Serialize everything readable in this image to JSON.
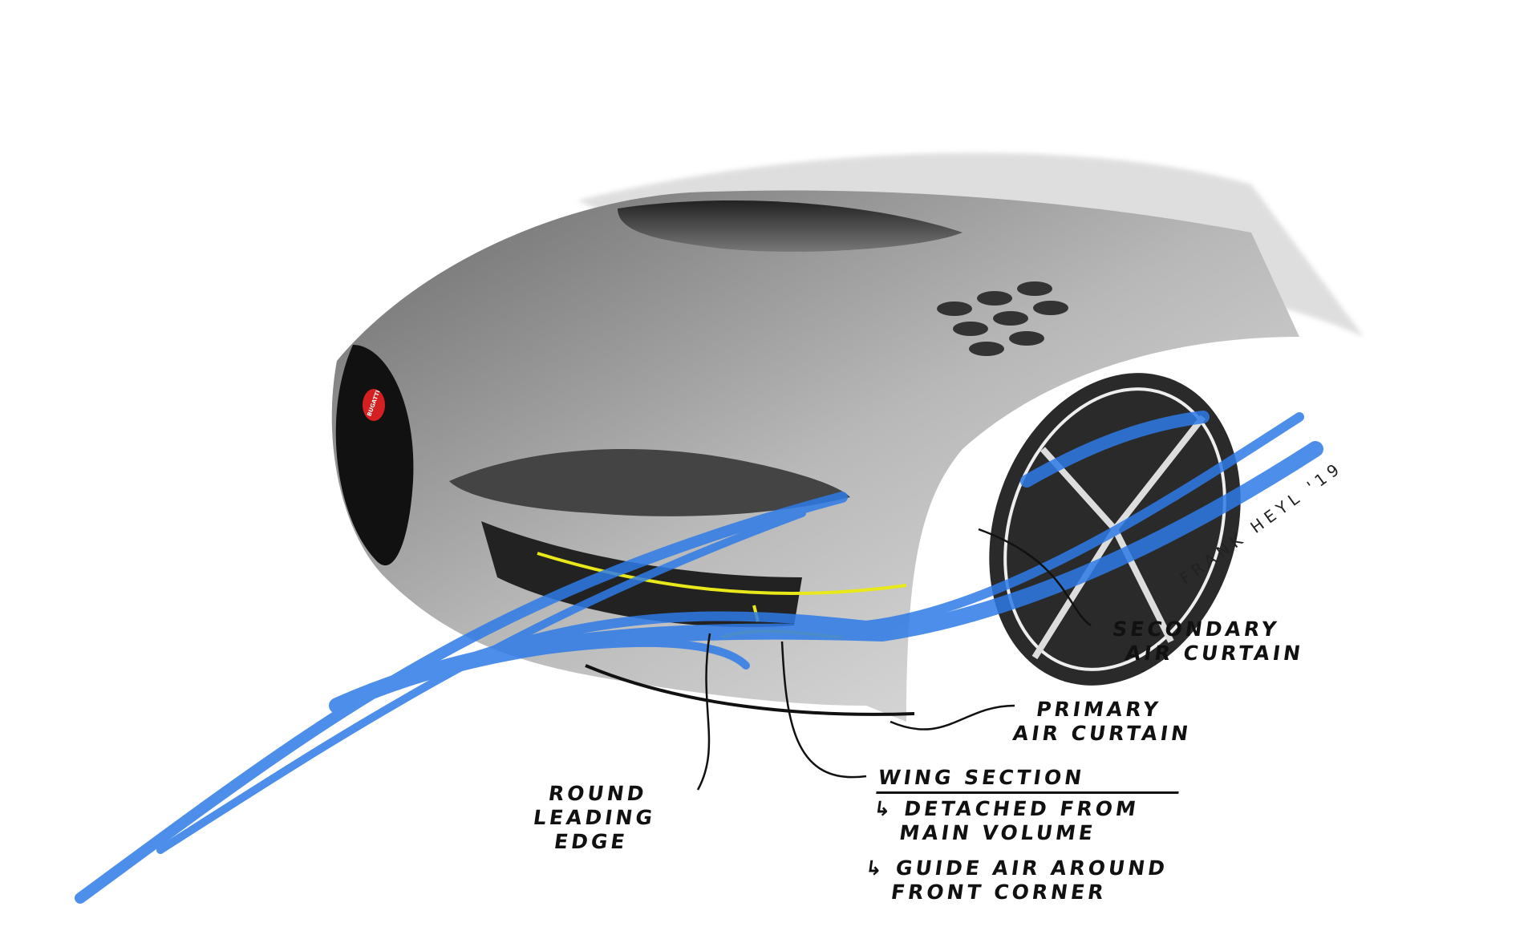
{
  "annotations": {
    "secondary_air_curtain": [
      "SECONDARY",
      "AIR CURTAIN"
    ],
    "primary_air_curtain": [
      "PRIMARY",
      "AIR CURTAIN"
    ],
    "wing_section": {
      "title": "WING SECTION",
      "notes": [
        "DETACHED FROM",
        "MAIN VOLUME",
        "GUIDE AIR AROUND",
        "FRONT CORNER"
      ]
    },
    "round_leading_edge": [
      "ROUND",
      "LEADING",
      "EDGE"
    ]
  },
  "signature": "FRANK HEYL '19",
  "badge_text": "BUGATTI",
  "colors": {
    "airflow": "#2f7be8",
    "wing_line": "#e8e81a",
    "badge": "#d42020",
    "ink": "#111111"
  }
}
